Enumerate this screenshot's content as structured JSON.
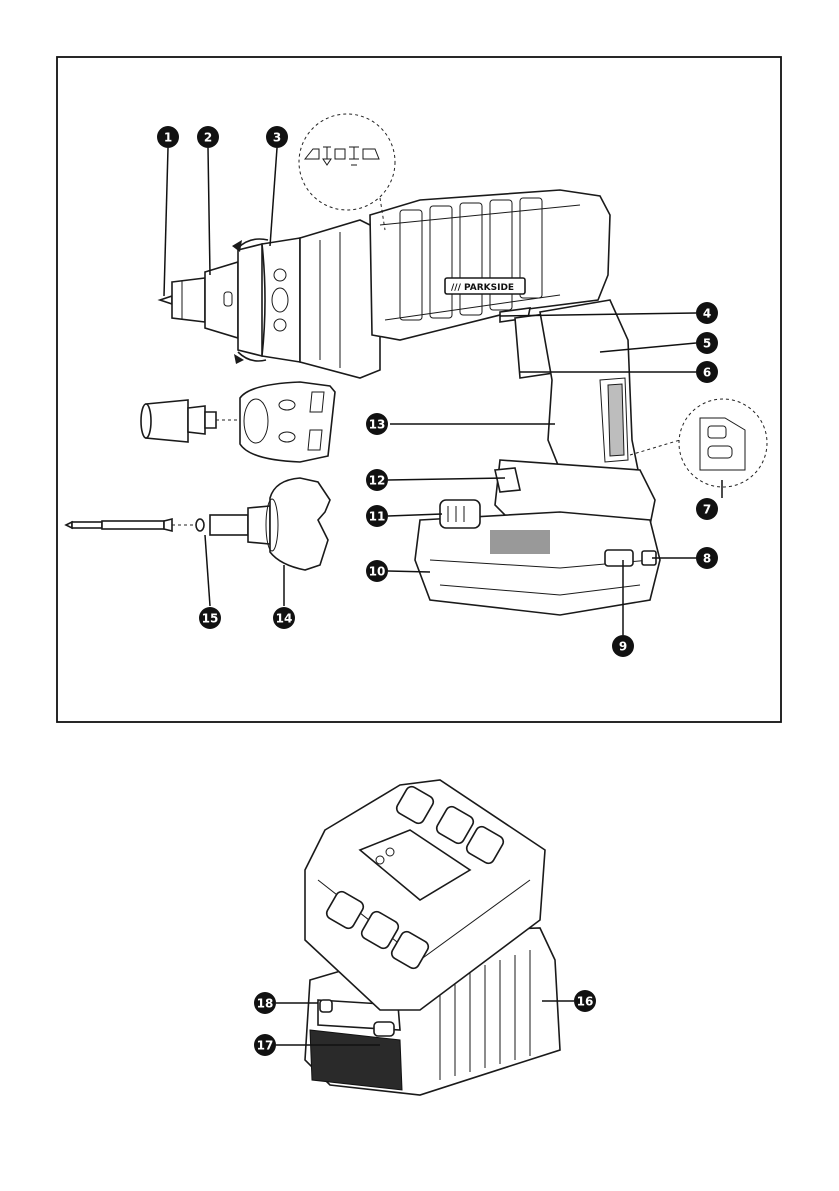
{
  "diagram": {
    "brand_label": "/// PARKSIDE",
    "callouts": [
      {
        "id": "c1",
        "label": "1"
      },
      {
        "id": "c2",
        "label": "2"
      },
      {
        "id": "c3",
        "label": "3"
      },
      {
        "id": "c4",
        "label": "4"
      },
      {
        "id": "c5",
        "label": "5"
      },
      {
        "id": "c6",
        "label": "6"
      },
      {
        "id": "c7",
        "label": "7"
      },
      {
        "id": "c8",
        "label": "8"
      },
      {
        "id": "c9",
        "label": "9"
      },
      {
        "id": "c10",
        "label": "10"
      },
      {
        "id": "c11",
        "label": "11"
      },
      {
        "id": "c12",
        "label": "12"
      },
      {
        "id": "c13",
        "label": "13"
      },
      {
        "id": "c14",
        "label": "14"
      },
      {
        "id": "c15",
        "label": "15"
      },
      {
        "id": "c16",
        "label": "16"
      },
      {
        "id": "c17",
        "label": "17"
      },
      {
        "id": "c18",
        "label": "18"
      }
    ]
  }
}
